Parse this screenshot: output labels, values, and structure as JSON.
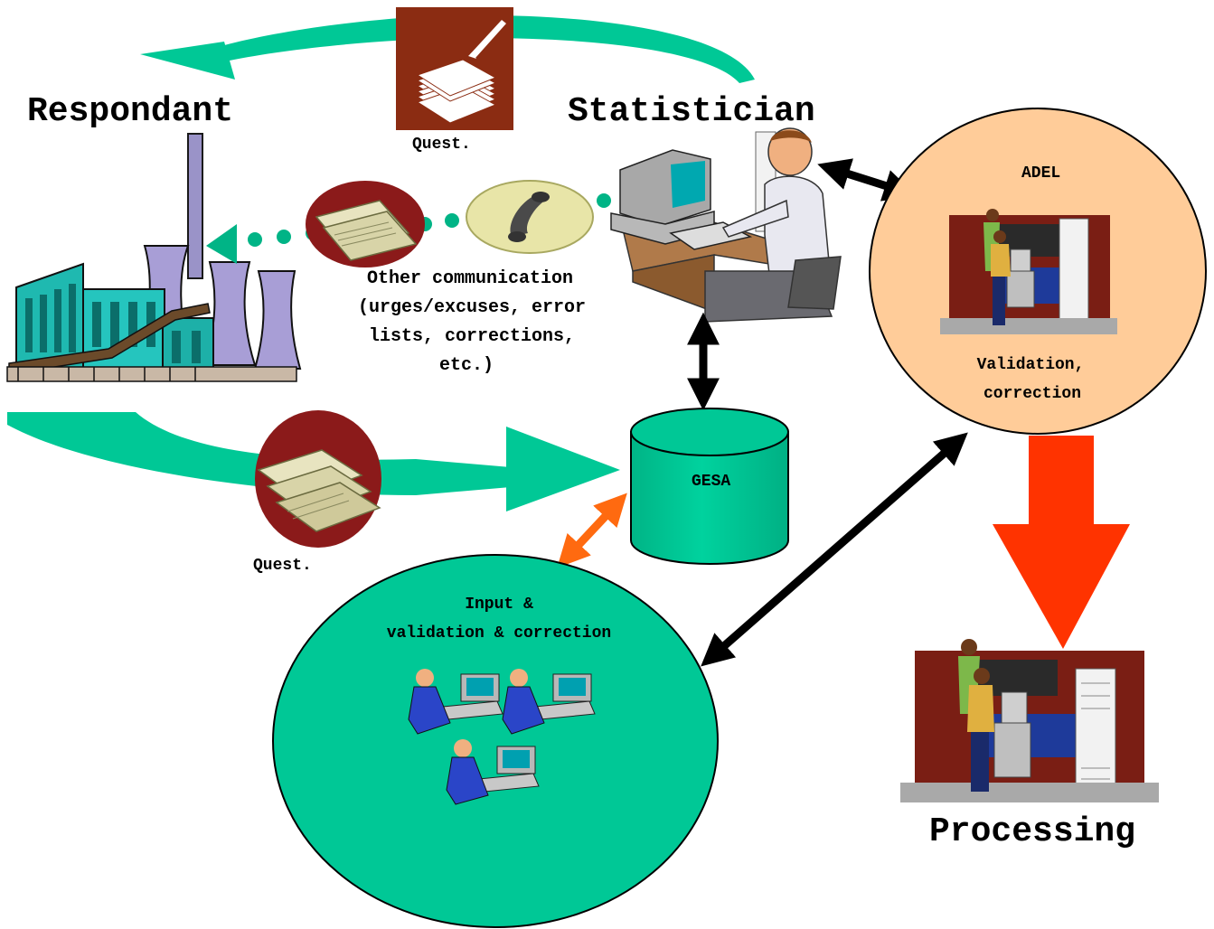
{
  "labels": {
    "respondant": "Respondant",
    "statistician": "Statistician",
    "quest_top": "Quest.",
    "quest_bottom": "Quest.",
    "other_comm": [
      "Other communication",
      "(urges/excuses, error",
      "lists, corrections,",
      "etc.)"
    ],
    "adel": "ADEL",
    "adel_caption": [
      "Validation,",
      "correction"
    ],
    "gesa": "GESA",
    "input_caption": [
      "Input &",
      "validation & correction"
    ],
    "processing": "Processing"
  },
  "colors": {
    "teal": "#00C896",
    "teal_dark": "#006B50",
    "peach": "#FFCC99",
    "black": "#000000",
    "orange_arrow": "#FF6A10",
    "red_arrow": "#FF3300",
    "brown": "#8B2C12"
  },
  "icons": [
    "questionnaire-stack-icon",
    "factory-icon",
    "document-bundle-icon",
    "telephone-icon",
    "statistician-at-computer-icon",
    "workstation-icon",
    "operator-at-terminal-icon"
  ]
}
